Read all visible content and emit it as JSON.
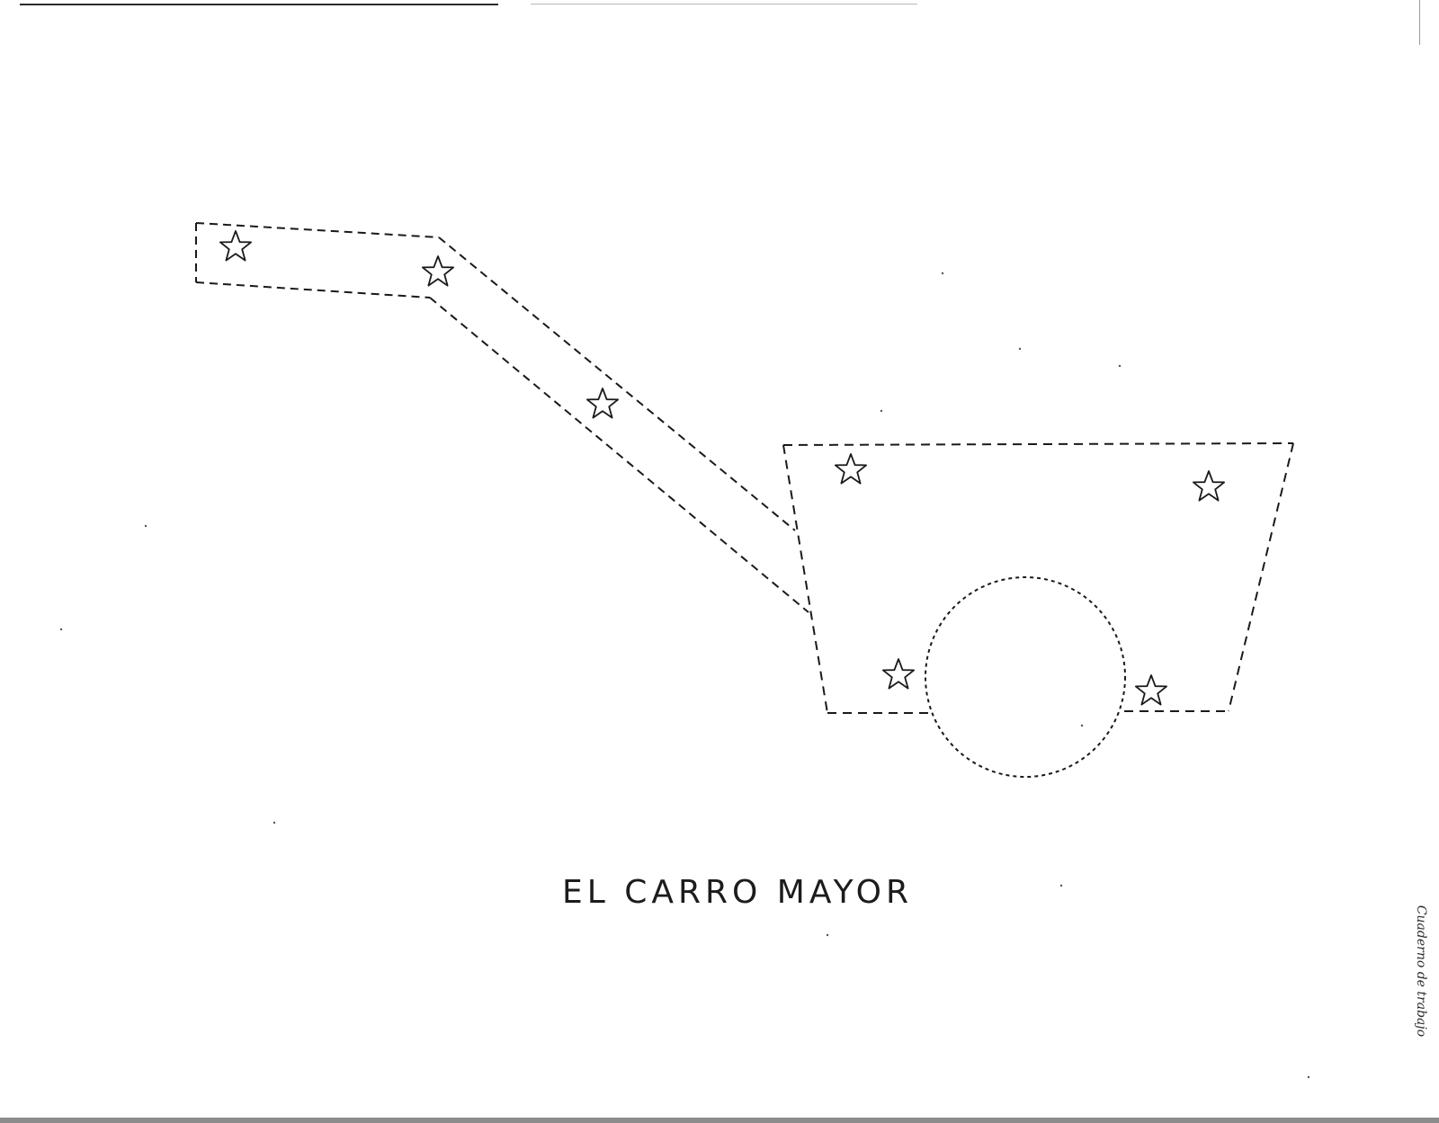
{
  "worksheet": {
    "title": "EL CARRO MAYOR",
    "side_note": "Cuaderno de trabajo"
  },
  "figure": {
    "subject": "Big Dipper constellation outline (dashed trace lines) with seven stars",
    "star_icon": "star-outline-icon",
    "line_style": "dashed",
    "line_color": "#1a1a1a"
  }
}
